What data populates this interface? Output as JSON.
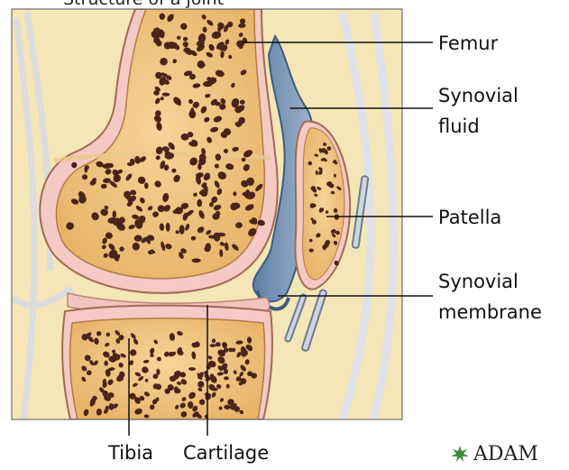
{
  "caption": "Structure of a joint",
  "labels": {
    "femur": "Femur",
    "synovial_fluid_1": "Synovial",
    "synovial_fluid_2": "fluid",
    "patella": "Patella",
    "synovial_membrane_1": "Synovial",
    "synovial_membrane_2": "membrane",
    "tibia": "Tibia",
    "cartilage": "Cartilage"
  },
  "logo": {
    "text": "ADAM",
    "icon": "adam-leaf-icon",
    "color": "#3f8a3a"
  },
  "colors": {
    "bone_marrow": "#f2c987",
    "bone_pore": "#4a2418",
    "cartilage": "#f5c9c4",
    "synovial_fluid": "#7f99b8",
    "tissue": "#f6e8b8",
    "ligament": "#dde0e6"
  }
}
